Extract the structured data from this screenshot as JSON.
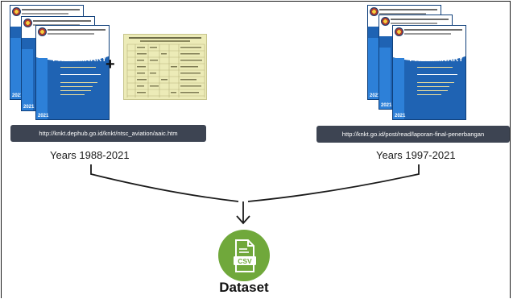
{
  "left_source": {
    "doc_year": "2021",
    "doc_title": "PRELIMINARY",
    "url": "http://knkt.dephub.go.id/knkt/ntsc_aviation/aaic.htm",
    "years": "Years 1988-2021"
  },
  "right_source": {
    "doc_year": "2021",
    "doc_title": "PRELIMINARY",
    "url": "http://knkt.go.id/post/read/laporan-final-penerbangan",
    "years": "Years 1997-2021"
  },
  "plus_symbol": "+",
  "csv_icon_text": "CSV",
  "output_label": "Dataset",
  "colors": {
    "url_badge": "#3d4452",
    "csv_badge": "#70a83b",
    "report_cover": "#1f63b3",
    "table_thumbnail": "#ecebb7"
  }
}
